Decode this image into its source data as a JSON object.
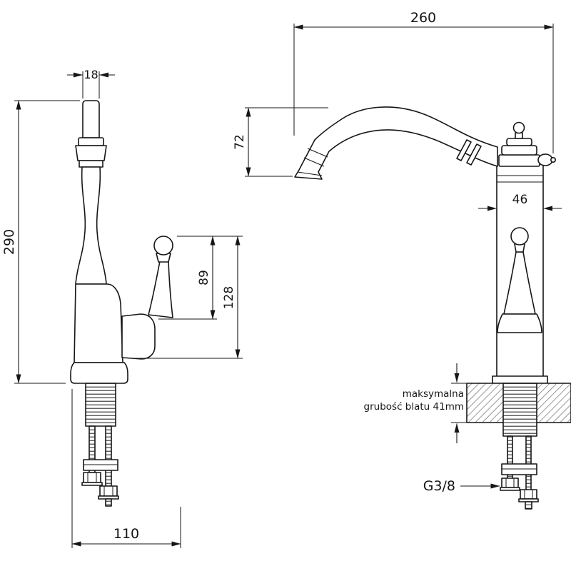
{
  "diagram": {
    "background": "#ffffff",
    "line_color": "#161616",
    "front_view": {
      "dim_spout_width": "18",
      "dim_total_height": "290",
      "dim_handle_to_outlet": "89",
      "dim_handle_to_base": "128",
      "dim_base_width": "110"
    },
    "side_view": {
      "dim_spout_reach": "260",
      "dim_spout_drop": "72",
      "dim_body_width": "46",
      "counter_note_line1": "maksymalna",
      "counter_note_line2": "grubość blatu 41mm",
      "dim_thread": "G3/8"
    }
  }
}
